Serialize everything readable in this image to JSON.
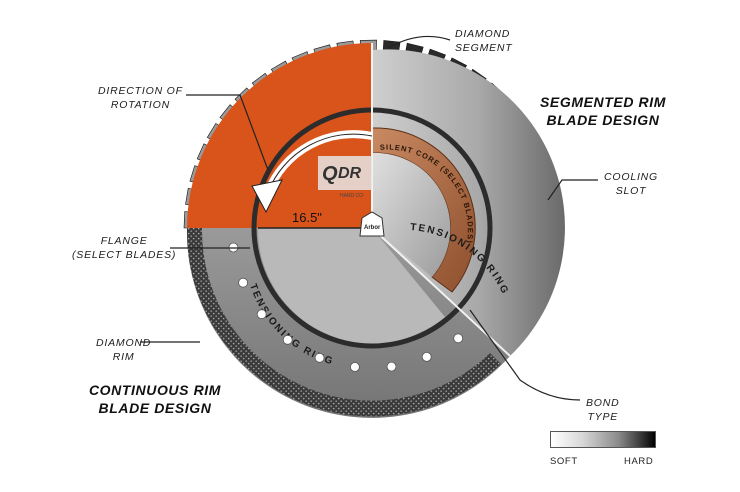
{
  "callouts": {
    "diamond_segment": [
      "DIAMOND",
      "SEGMENT"
    ],
    "direction_of_rotation": [
      "DIRECTION OF",
      "ROTATION"
    ],
    "cooling_slot": [
      "COOLING",
      "SLOT"
    ],
    "flange": [
      "FLANGE",
      "(SELECT BLADES)"
    ],
    "diamond_rim": [
      "DIAMOND",
      "RIM"
    ],
    "bond_type": [
      "BOND",
      "TYPE"
    ]
  },
  "headings": {
    "segmented": [
      "SEGMENTED RIM",
      "BLADE DESIGN"
    ],
    "continuous": [
      "CONTINUOUS RIM",
      "BLADE DESIGN"
    ]
  },
  "blade": {
    "diameter_label": "16.5\"",
    "arbor_label": "Arbor",
    "tensioning_ring_label": "TENSIONING RING",
    "silent_core_label": "SILENT CORE (SELECT BLADES)",
    "logo_text": "DR",
    "logo_initial": "Q",
    "logo_subtext": "HARD CO"
  },
  "legend": {
    "soft_label": "SOFT",
    "hard_label": "HARD"
  },
  "colors": {
    "orange_quadrant": "#d9541b",
    "copper_core": "#b5714a",
    "steel_light": "#d9d9d9",
    "steel_dark": "#6e6e6e",
    "segment_dark": "#2a2a2a"
  }
}
